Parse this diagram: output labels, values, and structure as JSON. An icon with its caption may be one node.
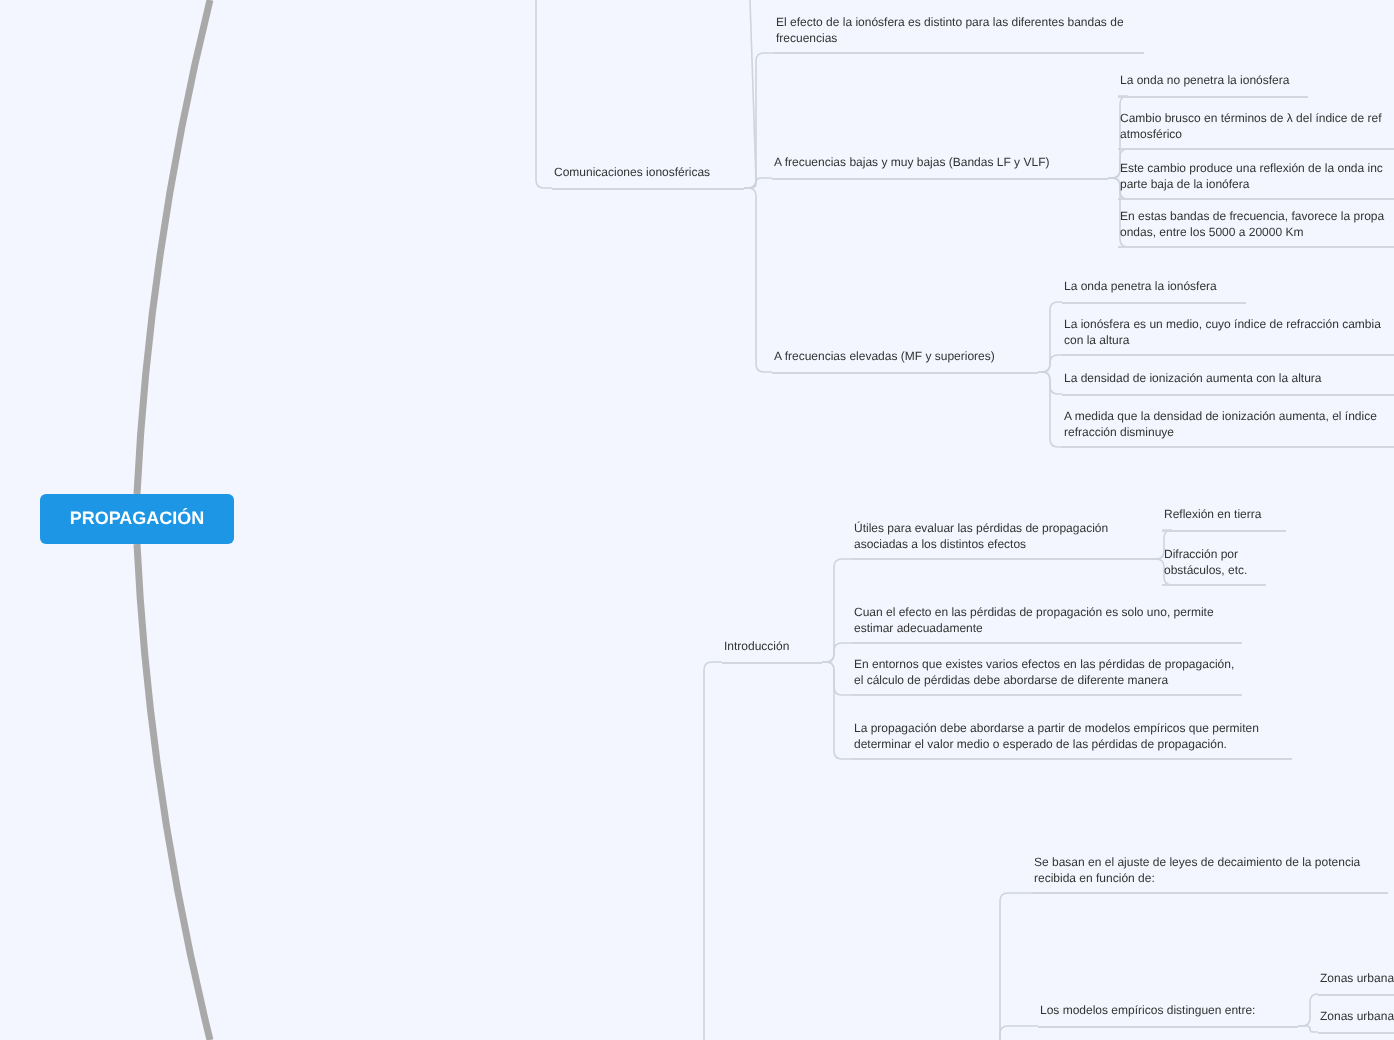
{
  "diagram": {
    "nodes": [
      {
        "text": [
          "PROPAGACIÓN"
        ]
      },
      {
        "text": [
          "Comunicaciones ionosféricas"
        ]
      },
      {
        "text": [
          "El efecto de la ionósfera es distinto para las diferentes bandas de frecuencias"
        ]
      },
      {
        "text": [
          "A frecuencias bajas y muy bajas (Bandas LF y VLF)"
        ]
      },
      {
        "text": [
          "La onda no penetra la ionósfera"
        ]
      },
      {
        "text": [
          "Cambio brusco en términos de λ del índice de ref atmosférico"
        ]
      },
      {
        "text": [
          "Este cambio produce una reflexión de la onda inc parte baja de la ionófera"
        ]
      },
      {
        "text": [
          "En estas bandas de frecuencia, favorece la propa ondas, entre los 5000 a 20000 Km"
        ]
      },
      {
        "text": [
          "A frecuencias elevadas (MF y superiores)"
        ]
      },
      {
        "text": [
          "La onda penetra la ionósfera"
        ]
      },
      {
        "text": [
          "La ionósfera es un medio, cuyo índice de refracción cambia con la altura"
        ]
      },
      {
        "text": [
          "La densidad de ionización aumenta con la altura"
        ]
      },
      {
        "text": [
          "A medida que la densidad de ionización aumenta, el índice refracción disminuye"
        ]
      },
      {
        "text": [
          "Introducción"
        ]
      },
      {
        "text": [
          "Útiles para evaluar las pérdidas de propagación asociadas a los distintos efectos"
        ]
      },
      {
        "text": [
          "Reflexión en tierra"
        ]
      },
      {
        "text": [
          "Difracción por obstáculos, etc."
        ]
      },
      {
        "text": [
          "Cuan el efecto en las pérdidas de propagación es solo uno, permite estimar adecuadamente"
        ]
      },
      {
        "text": [
          "En entornos que existes varios efectos en las pérdidas de propagación, el cálculo de pérdidas debe abordarse de diferente manera"
        ]
      },
      {
        "text": [
          "La propagación debe abordarse a partir de modelos empíricos que permiten determinar el valor medio o esperado de las pérdidas de propagación."
        ]
      },
      {
        "text": [
          "Se basan en el ajuste de leyes de decaimiento de la potencia recibida en función de:"
        ]
      },
      {
        "text": [
          "Los modelos empíricos distinguen entre:"
        ]
      },
      {
        "text": [
          "Zonas urbana"
        ]
      },
      {
        "text": [
          "Zonas urbana"
        ]
      }
    ],
    "edges": [
      {
        "from": 0,
        "to": null,
        "arrow": "none",
        "style": "thick",
        "color": "#a9a9a9"
      },
      {
        "from": 0,
        "to": null,
        "arrow": "none",
        "style": "thick",
        "color": "#a9a9a9"
      },
      {
        "from": null,
        "to": 1,
        "arrow": "none"
      },
      {
        "from": 1,
        "to": null,
        "arrow": "none"
      },
      {
        "from": 1,
        "to": 2,
        "arrow": "none"
      },
      {
        "from": 1,
        "to": 3,
        "arrow": "none"
      },
      {
        "from": 1,
        "to": 8,
        "arrow": "none"
      },
      {
        "from": 3,
        "to": 4,
        "arrow": "none"
      },
      {
        "from": 3,
        "to": 5,
        "arrow": "none"
      },
      {
        "from": 3,
        "to": 6,
        "arrow": "none"
      },
      {
        "from": 3,
        "to": 7,
        "arrow": "none"
      },
      {
        "from": 8,
        "to": 9,
        "arrow": "none"
      },
      {
        "from": 8,
        "to": 10,
        "arrow": "none"
      },
      {
        "from": 8,
        "to": 11,
        "arrow": "none"
      },
      {
        "from": 8,
        "to": 12,
        "arrow": "none"
      },
      {
        "from": null,
        "to": 13,
        "arrow": "none"
      },
      {
        "from": 13,
        "to": 14,
        "arrow": "none"
      },
      {
        "from": 13,
        "to": 17,
        "arrow": "none"
      },
      {
        "from": 13,
        "to": 18,
        "arrow": "none"
      },
      {
        "from": 13,
        "to": 19,
        "arrow": "none"
      },
      {
        "from": 14,
        "to": 15,
        "arrow": "none"
      },
      {
        "from": 14,
        "to": 16,
        "arrow": "none"
      },
      {
        "from": null,
        "to": 20,
        "arrow": "none"
      },
      {
        "from": null,
        "to": 21,
        "arrow": "none"
      },
      {
        "from": 21,
        "to": 22,
        "arrow": "none"
      },
      {
        "from": 21,
        "to": 23,
        "arrow": "none"
      }
    ]
  }
}
